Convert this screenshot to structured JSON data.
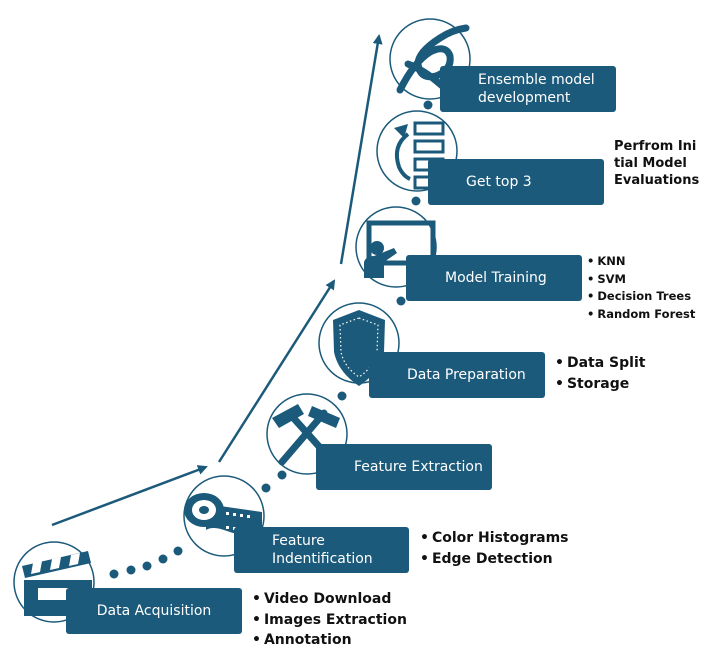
{
  "stages": [
    {
      "label": "Data Acquisition",
      "icon": "clapperboard-icon"
    },
    {
      "label": "Feature Indentification",
      "icon": "film-reel-icon"
    },
    {
      "label": "Feature Extraction",
      "icon": "crossed-hammers-icon"
    },
    {
      "label": "Data Preparation",
      "icon": "shield-icon"
    },
    {
      "label": "Model Training",
      "icon": "presenter-board-icon"
    },
    {
      "label": "Get top 3",
      "icon": "ranking-list-icon"
    },
    {
      "label": "Ensemble model development",
      "icon": "knot-icon"
    }
  ],
  "details": {
    "acquisition": [
      "Video Download",
      "Images Extraction",
      "Annotation"
    ],
    "identification": [
      "Color Histograms",
      "Edge Detection"
    ],
    "preparation": [
      "Data Split",
      "Storage"
    ],
    "training": [
      "KNN",
      "SVM",
      "Decision Trees",
      "Random Forest"
    ]
  },
  "evaluation_note": "Perfrom Initial Model Evaluations",
  "colors": {
    "primary": "#1b5a7a",
    "dark": "#153f57",
    "text": "#111111",
    "background": "#ffffff"
  }
}
